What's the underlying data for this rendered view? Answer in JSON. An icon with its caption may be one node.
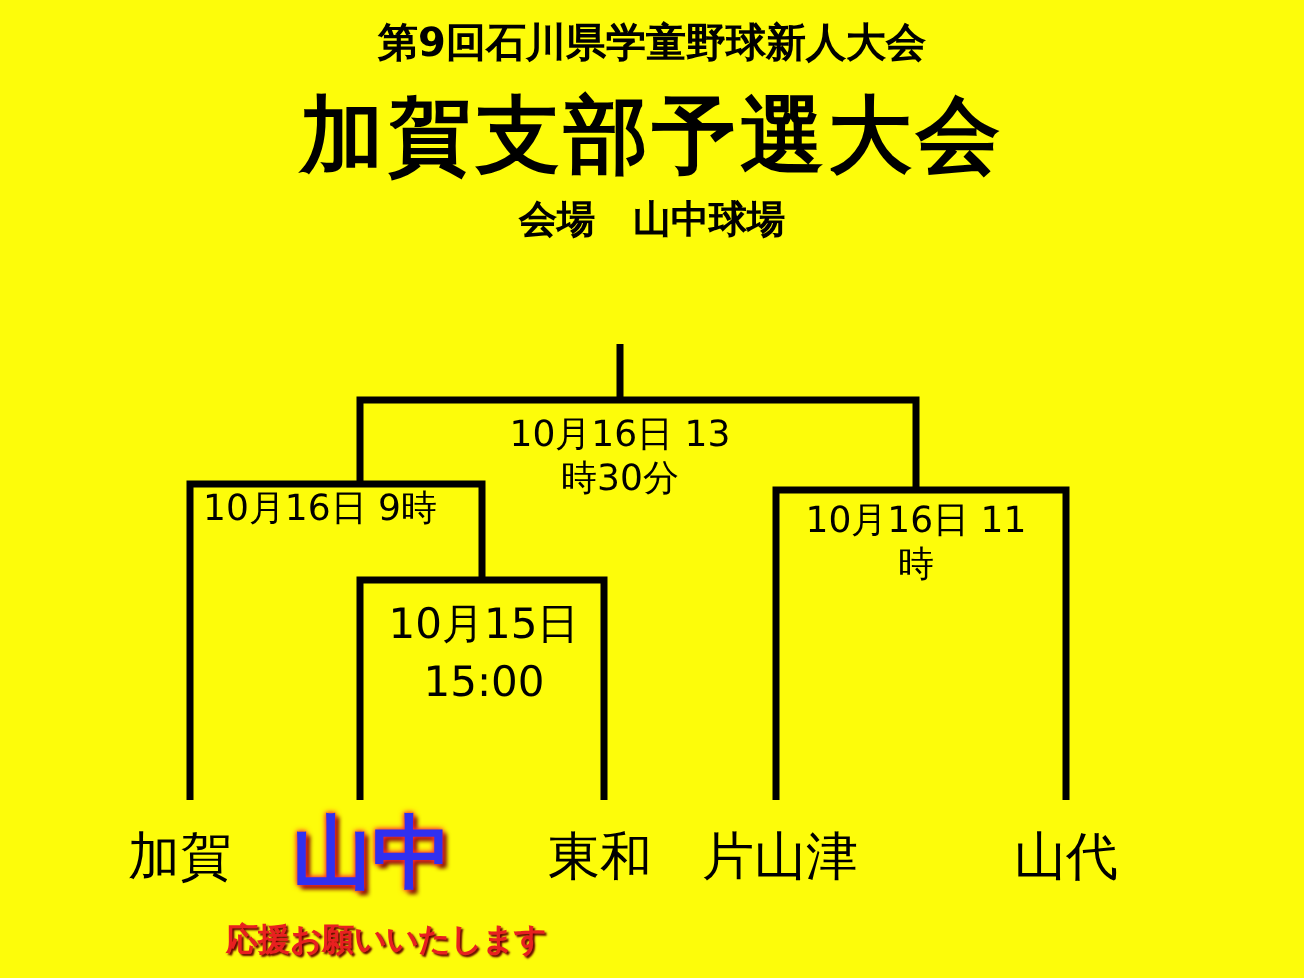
{
  "diagram": {
    "title": "加賀支部予選大会",
    "nodes": [
      {
        "text": [
          "加賀"
        ]
      },
      {
        "text": [
          "山中"
        ],
        "beside": [
          "応援お願いいたします"
        ]
      },
      {
        "text": [
          "東和"
        ]
      },
      {
        "text": [
          "片山津"
        ]
      },
      {
        "text": [
          "山代"
        ]
      }
    ],
    "labels": [
      "第9回石川県学童野球新人大会",
      "会場　山中球場",
      "10月16日 13時30分",
      "10月16日 9時",
      "10月15日 15:00",
      "10月16日 11時"
    ]
  }
}
